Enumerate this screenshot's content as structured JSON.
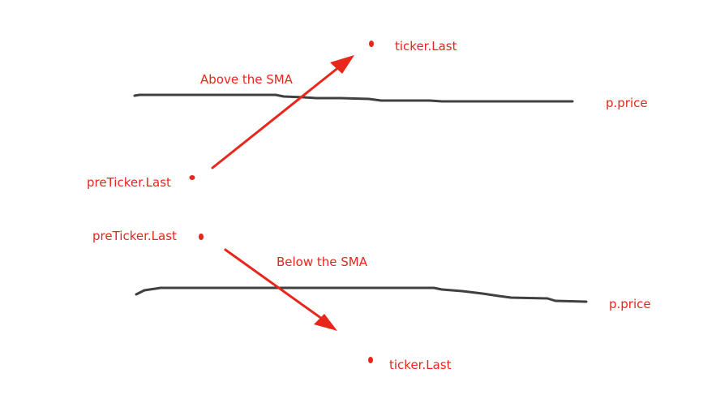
{
  "colors": {
    "annotation": "#e8261b",
    "line": "#404040"
  },
  "top": {
    "ticker_label": "ticker.Last",
    "direction_label": "Above the SMA",
    "price_label": "p.price",
    "pre_label": "preTicker.Last"
  },
  "bottom": {
    "pre_label": "preTicker.Last",
    "direction_label": "Below the SMA",
    "price_label": "p.price",
    "ticker_label": "ticker.Last"
  }
}
